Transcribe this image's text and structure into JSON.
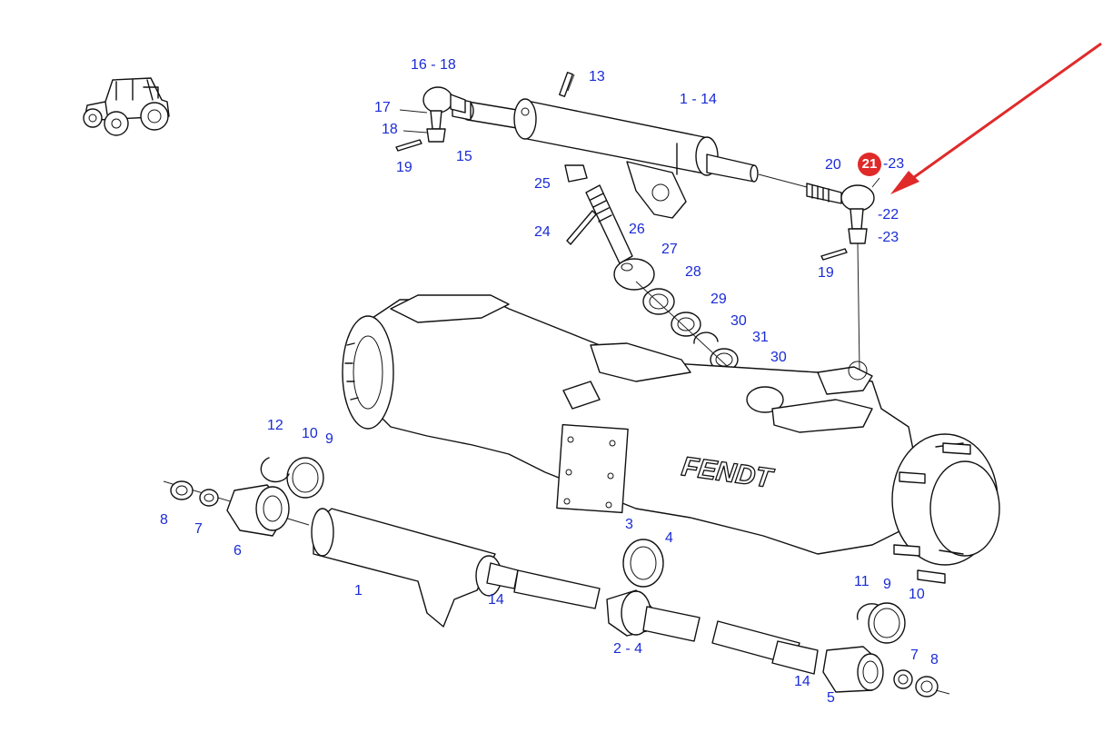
{
  "accent_color": "#e02a2a",
  "label_color": "#1a2bd6",
  "icons": {
    "tractor": "tractor-icon",
    "arrow": "red-pointer-arrow"
  },
  "brand_text": "FENDT",
  "highlight": {
    "text": "21",
    "suffix": "-23"
  },
  "labels": [
    {
      "id": "16-18",
      "text": "16 ‑ 18"
    },
    {
      "id": "13",
      "text": "13"
    },
    {
      "id": "1-14",
      "text": "1 ‑ 14"
    },
    {
      "id": "17",
      "text": "17"
    },
    {
      "id": "18",
      "text": "18"
    },
    {
      "id": "19a",
      "text": "19"
    },
    {
      "id": "15",
      "text": "15"
    },
    {
      "id": "20",
      "text": "20"
    },
    {
      "id": "22",
      "text": "‑22"
    },
    {
      "id": "23b",
      "text": "‑23"
    },
    {
      "id": "25",
      "text": "25"
    },
    {
      "id": "24",
      "text": "24"
    },
    {
      "id": "26",
      "text": "26"
    },
    {
      "id": "27",
      "text": "27"
    },
    {
      "id": "19b",
      "text": "19"
    },
    {
      "id": "28",
      "text": "28"
    },
    {
      "id": "29",
      "text": "29"
    },
    {
      "id": "30a",
      "text": "30"
    },
    {
      "id": "31",
      "text": "31"
    },
    {
      "id": "30b",
      "text": "30"
    },
    {
      "id": "12",
      "text": "12"
    },
    {
      "id": "10a",
      "text": "10"
    },
    {
      "id": "9a",
      "text": "9"
    },
    {
      "id": "8a",
      "text": "8"
    },
    {
      "id": "7a",
      "text": "7"
    },
    {
      "id": "6",
      "text": "6"
    },
    {
      "id": "1",
      "text": "1"
    },
    {
      "id": "3",
      "text": "3"
    },
    {
      "id": "4",
      "text": "4"
    },
    {
      "id": "14a",
      "text": "14"
    },
    {
      "id": "2-4",
      "text": "2 ‑ 4"
    },
    {
      "id": "11",
      "text": "11"
    },
    {
      "id": "9b",
      "text": "9"
    },
    {
      "id": "10b",
      "text": "10"
    },
    {
      "id": "7b",
      "text": "7"
    },
    {
      "id": "8b",
      "text": "8"
    },
    {
      "id": "14b",
      "text": "14"
    },
    {
      "id": "5",
      "text": "5"
    }
  ]
}
